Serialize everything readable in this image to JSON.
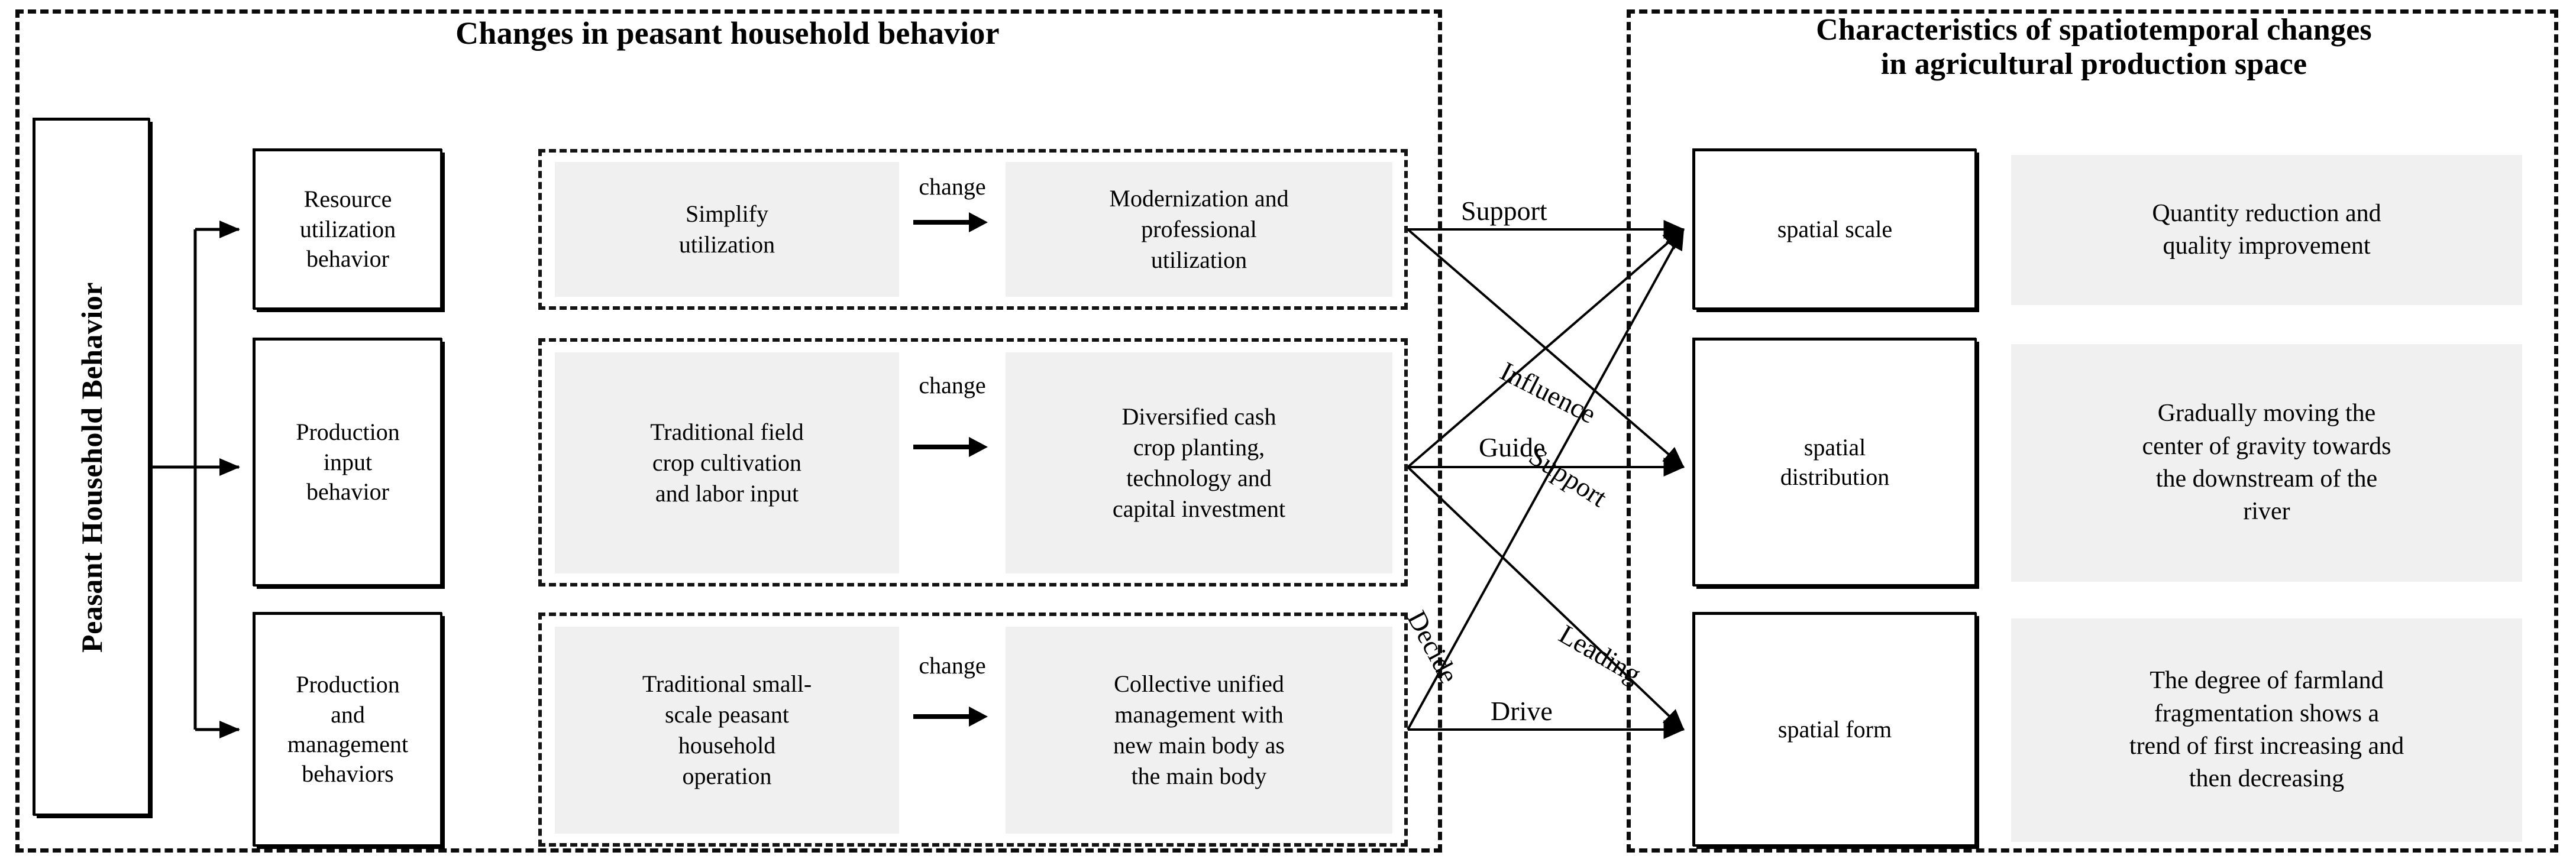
{
  "panels": {
    "left": {
      "title": "Changes in peasant household behavior"
    },
    "right": {
      "title": "Characteristics of spatiotemporal changes\nin agricultural production space"
    }
  },
  "master": {
    "label": "Peasant Household Behavior"
  },
  "behavior_rows": [
    {
      "id": "resource-utilization-behavior",
      "label": "Resource\nutilization\nbehavior",
      "before": "Simplify\nutilization",
      "change_label": "change",
      "after": "Modernization and\nprofessional\nutilization"
    },
    {
      "id": "production-input-behavior",
      "label": "Production\ninput\nbehavior",
      "before": "Traditional field\ncrop cultivation\nand labor input",
      "change_label": "change",
      "after": "Diversified cash\ncrop planting,\ntechnology and\ncapital investment"
    },
    {
      "id": "production-and-management-behaviors",
      "label": "Production\nand\nmanagement\nbehaviors",
      "before": "Traditional small-\nscale peasant\nhousehold\noperation",
      "change_label": "change",
      "after": "Collective unified\nmanagement with\nnew main body as\nthe main body"
    }
  ],
  "outcome_rows": [
    {
      "id": "spatial-scale",
      "label": "spatial scale",
      "description": "Quantity reduction and\nquality improvement"
    },
    {
      "id": "spatial-distribution",
      "label": "spatial\ndistribution",
      "description": "Gradually moving the\ncenter of gravity towards\nthe downstream of the\nriver"
    },
    {
      "id": "spatial-form",
      "label": "spatial form",
      "description": "The degree of farmland\nfragmentation shows a\ntrend of first increasing and\nthen decreasing"
    }
  ],
  "connections": [
    {
      "id": "support-1",
      "label": "Support",
      "from": "resource-utilization-behavior",
      "to": "spatial-scale",
      "angle": 0
    },
    {
      "id": "influence",
      "label": "Influence",
      "from": "resource-utilization-behavior",
      "to": "spatial-distribution",
      "angle": 27
    },
    {
      "id": "support-2",
      "label": "Support",
      "from": "production-input-behavior",
      "to": "spatial-scale",
      "angle": 33
    },
    {
      "id": "guide",
      "label": "Guide",
      "from": "production-input-behavior",
      "to": "spatial-distribution",
      "angle": 0
    },
    {
      "id": "leading",
      "label": "Leading",
      "from": "production-input-behavior",
      "to": "spatial-form",
      "angle": 30
    },
    {
      "id": "decide",
      "label": "Decide",
      "from": "production-and-management-behaviors",
      "to": "spatial-scale",
      "angle": 62
    },
    {
      "id": "drive",
      "label": "Drive",
      "from": "production-and-management-behaviors",
      "to": "spatial-form",
      "angle": 0
    }
  ],
  "colors": {
    "stroke": "#000000",
    "shade": "#f0f0f0",
    "background": "#ffffff"
  }
}
